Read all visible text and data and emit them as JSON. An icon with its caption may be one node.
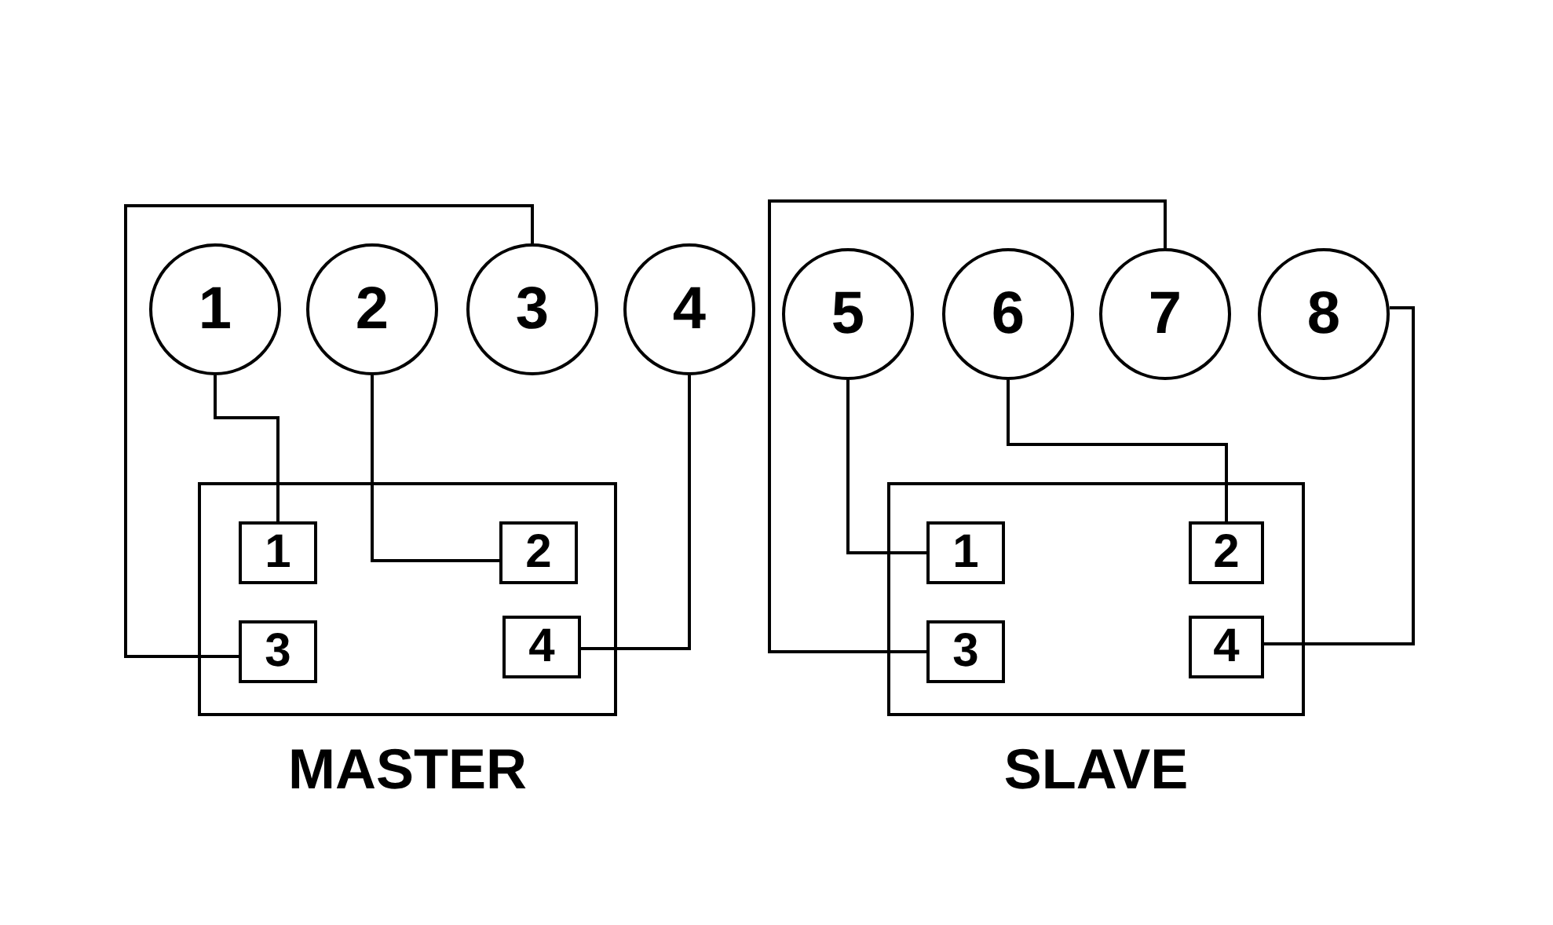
{
  "diagram": {
    "nodes": [
      {
        "text": [
          "1"
        ]
      },
      {
        "text": [
          "2"
        ]
      },
      {
        "text": [
          "3"
        ]
      },
      {
        "text": [
          "4"
        ]
      },
      {
        "text": [
          "5"
        ]
      },
      {
        "text": [
          "6"
        ]
      },
      {
        "text": [
          "7"
        ]
      },
      {
        "text": [
          "8"
        ]
      },
      {
        "text": [
          "MASTER"
        ]
      },
      {
        "text": [
          "1"
        ],
        "in": 8
      },
      {
        "text": [
          "2"
        ],
        "in": 8
      },
      {
        "text": [
          "3"
        ],
        "in": 8
      },
      {
        "text": [
          "4"
        ],
        "in": 8
      },
      {
        "text": [
          "SLAVE"
        ]
      },
      {
        "text": [
          "1"
        ],
        "in": 13
      },
      {
        "text": [
          "2"
        ],
        "in": 13
      },
      {
        "text": [
          "3"
        ],
        "in": 13
      },
      {
        "text": [
          "4"
        ],
        "in": 13
      }
    ],
    "edges": [
      {
        "from": 0,
        "to": 9,
        "arrow": "none"
      },
      {
        "from": 1,
        "to": 10,
        "arrow": "none"
      },
      {
        "from": 2,
        "to": 11,
        "arrow": "none"
      },
      {
        "from": 3,
        "to": 12,
        "arrow": "none"
      },
      {
        "from": 4,
        "to": 14,
        "arrow": "none"
      },
      {
        "from": 5,
        "to": 15,
        "arrow": "none"
      },
      {
        "from": 6,
        "to": 16,
        "arrow": "none"
      },
      {
        "from": 7,
        "to": 17,
        "arrow": "none"
      }
    ]
  }
}
